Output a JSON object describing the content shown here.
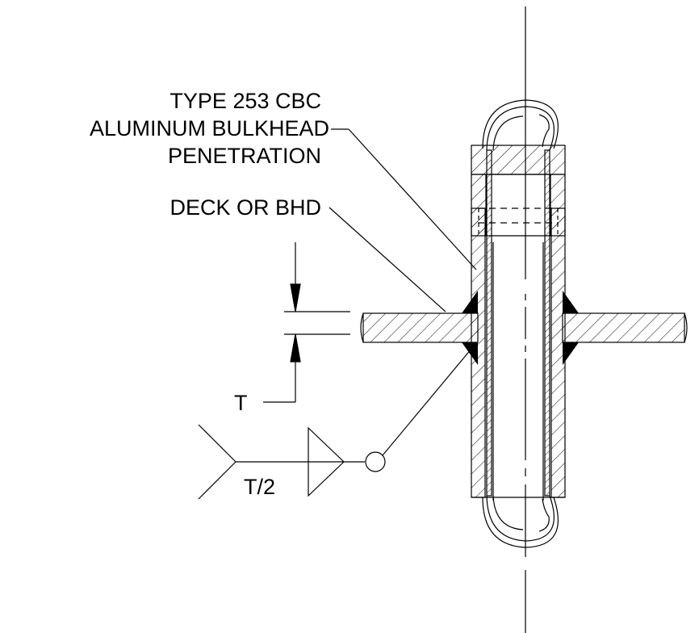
{
  "labels": {
    "penetration_line1": "TYPE 253 CBC",
    "penetration_line2": "ALUMINUM BULKHEAD",
    "penetration_line3": "PENETRATION",
    "deck": "DECK OR BHD",
    "thickness": "T",
    "weld_size": "T/2"
  },
  "colors": {
    "ink": "#000000",
    "paper": "#ffffff"
  }
}
